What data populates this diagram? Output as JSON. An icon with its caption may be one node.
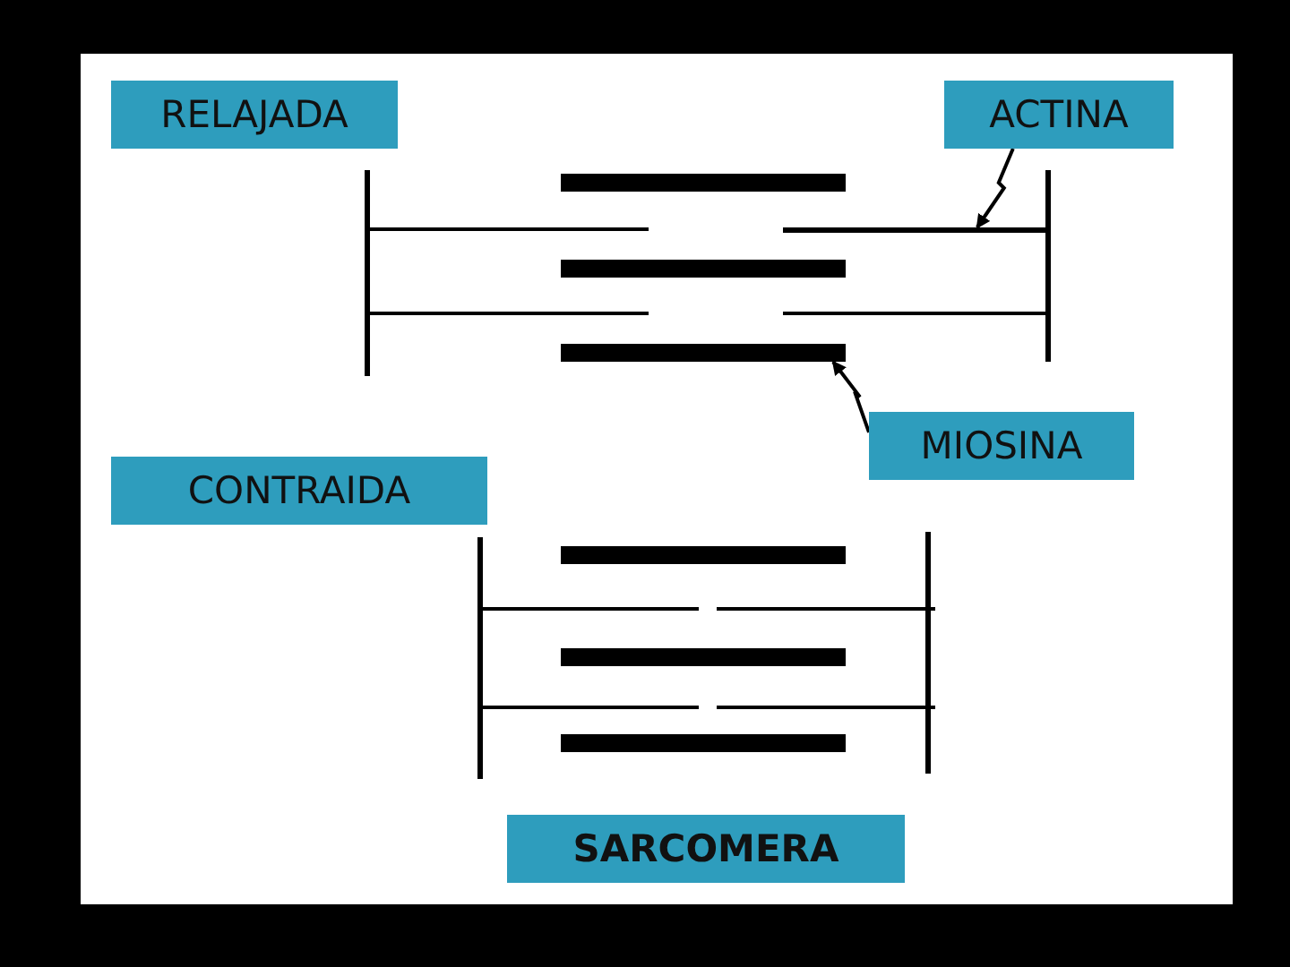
{
  "diagram": {
    "nodes": [
      {
        "text": [
          "RELAJADA"
        ]
      },
      {
        "text": [
          "ACTINA"
        ]
      },
      {
        "text": [],
        "shape": "bar"
      },
      {
        "text": [
          "MIOSINA"
        ]
      },
      {
        "text": [],
        "shape": "bar"
      },
      {
        "text": [
          "CONTRAIDA"
        ]
      },
      {
        "text": [
          "SARCOMERA"
        ]
      }
    ],
    "edges": [
      {
        "from": 1,
        "to": 2,
        "arrow": "to"
      },
      {
        "from": 3,
        "to": 4,
        "arrow": "to"
      }
    ]
  }
}
